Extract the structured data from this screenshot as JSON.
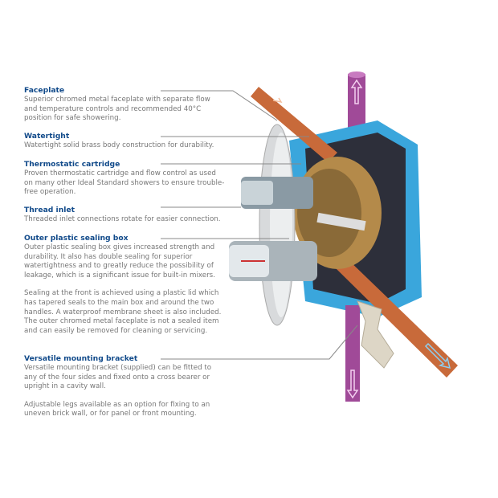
{
  "features": [
    {
      "title": "Faceplate",
      "paragraphs": [
        "Superior chromed metal faceplate with separate flow and temperature controls and recommended 40°C position for safe showering."
      ]
    },
    {
      "title": "Watertight",
      "paragraphs": [
        "Watertight solid brass body construction for durability."
      ]
    },
    {
      "title": "Thermostatic cartridge",
      "paragraphs": [
        "Proven thermostatic cartridge and flow control as used on many other Ideal Standard showers to ensure trouble-free operation."
      ]
    },
    {
      "title": "Thread inlet",
      "paragraphs": [
        "Threaded inlet connections rotate for easier connection."
      ]
    },
    {
      "title": "Outer plastic sealing box",
      "paragraphs": [
        "Outer plastic sealing box gives increased strength and durability. It also has double sealing for superior watertightness and to greatly reduce the possibility of leakage, which is a significant issue for built-in mixers.",
        "Sealing at the front is achieved using a plastic lid which has tapered seals to the main box and around the two handles. A waterproof membrane sheet is also included. The outer chromed metal faceplate is not a sealed item and can easily be removed for cleaning or servicing."
      ]
    },
    {
      "title": "Versatile mounting bracket",
      "paragraphs": [
        "Versatile mounting bracket (supplied) can be fitted to any of the four sides and fixed onto a cross bearer or upright in a cavity wall.",
        "Adjustable legs available as an option for fixing to an uneven brick wall, or for panel or front mounting."
      ]
    }
  ],
  "colors": {
    "heading": "#114a8a",
    "body": "#777777",
    "box": "#3aa6dc",
    "pipe_hot": "#c86a3a",
    "pipe_purple": "#a04a98"
  }
}
